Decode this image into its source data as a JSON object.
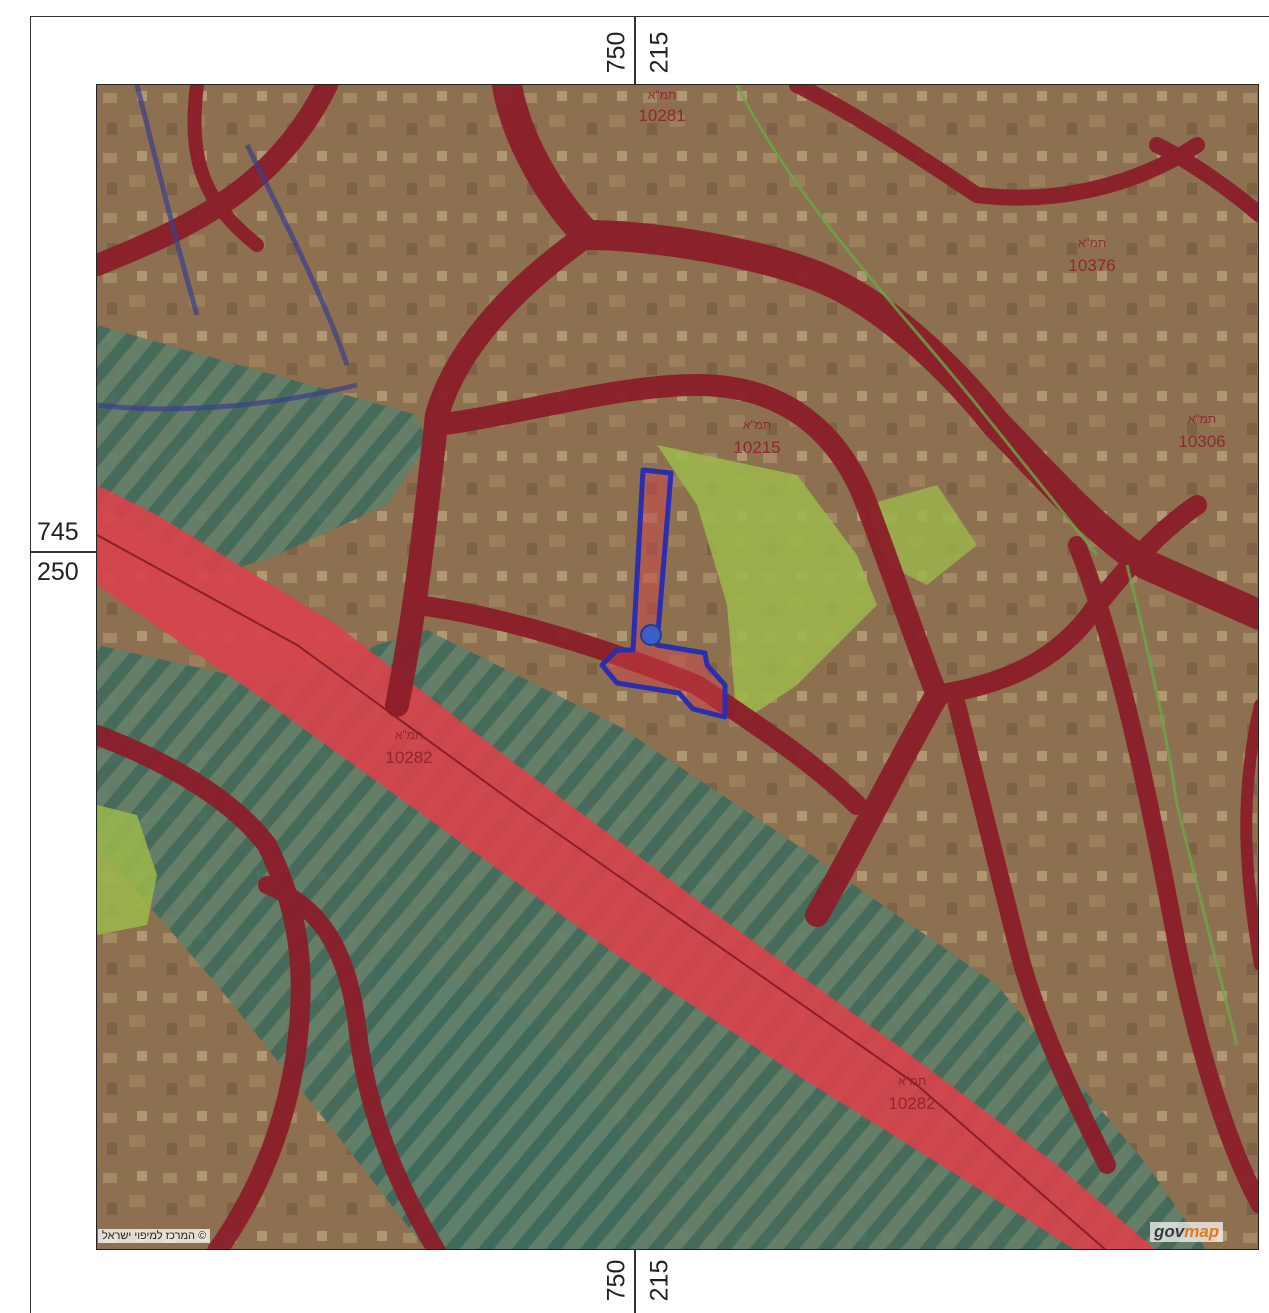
{
  "coords": {
    "top_left": "750",
    "top_right": "215",
    "bottom_left": "750",
    "bottom_right": "215",
    "left_top": "745",
    "left_bottom": "250"
  },
  "plan_labels": [
    {
      "prefix": "תמ\"א",
      "number": "10281"
    },
    {
      "prefix": "תמ\"א",
      "number": "10376"
    },
    {
      "prefix": "תמ\"א",
      "number": "10306"
    },
    {
      "prefix": "תמ\"א",
      "number": "10215"
    },
    {
      "prefix": "תמ\"א",
      "number": "10282"
    },
    {
      "prefix": "תמ\"א",
      "number": "10282"
    }
  ],
  "copyright": "© המרכז למיפוי ישראל",
  "logo": {
    "main": "gov",
    "accent": "map"
  },
  "colors": {
    "imagery": "#8a6f4e",
    "road": "#8b1e2a",
    "highway": "#d7434b",
    "open_space_hatch": "#3f7a6a",
    "park": "#9cb84a",
    "site_outline": "#2a2fb0"
  }
}
